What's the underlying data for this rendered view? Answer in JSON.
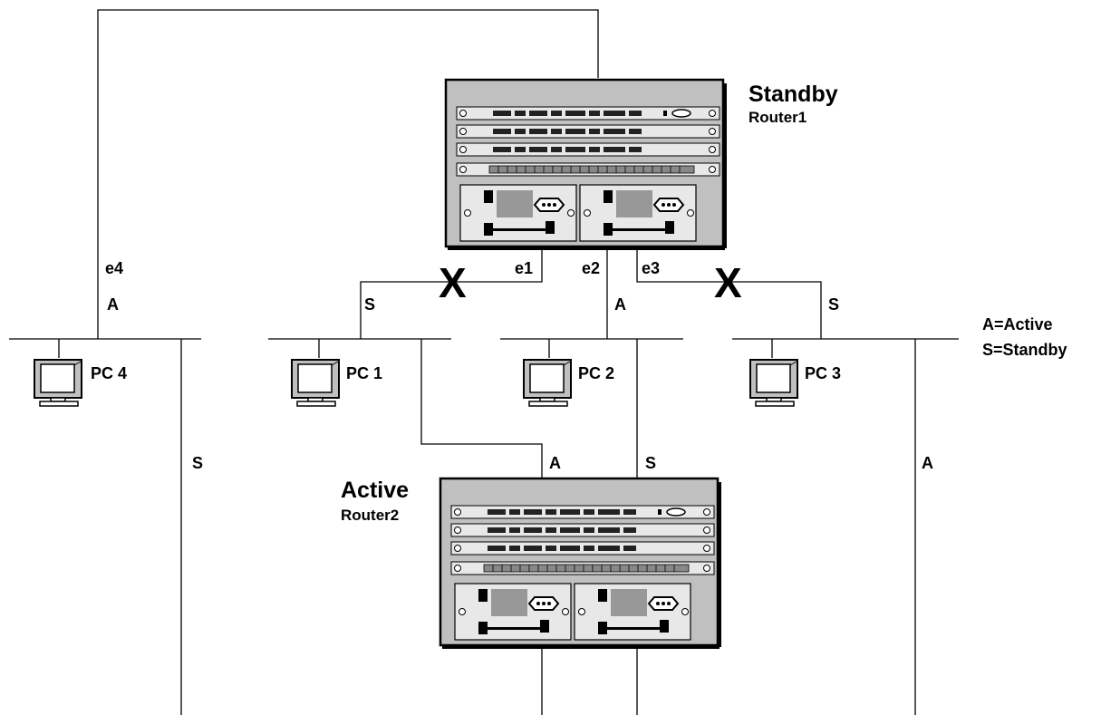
{
  "routers": {
    "router1": {
      "state": "Standby",
      "name": "Router1"
    },
    "router2": {
      "state": "Active",
      "name": "Router2"
    }
  },
  "interfaces": {
    "e1": "e1",
    "e2": "e2",
    "e3": "e3",
    "e4": "e4"
  },
  "pcs": {
    "pc1": "PC 1",
    "pc2": "PC 2",
    "pc3": "PC 3",
    "pc4": "PC 4"
  },
  "link_states": {
    "r1_e4": "A",
    "r1_e1": "S",
    "r1_e2": "A",
    "r1_e3": "S",
    "r2_pc4": "S",
    "r2_pc1": "A",
    "r2_pc2": "S",
    "r2_pc3": "A"
  },
  "failed_marks": {
    "e1": "X",
    "e3": "X"
  },
  "legend": {
    "active": "A=Active",
    "standby": "S=Standby"
  },
  "colors": {
    "line": "#000000",
    "chassis": "#c0c0c0",
    "background": "#ffffff"
  },
  "icons": {
    "router": "router-chassis-icon",
    "pc": "computer-monitor-icon",
    "failure": "x-mark"
  }
}
